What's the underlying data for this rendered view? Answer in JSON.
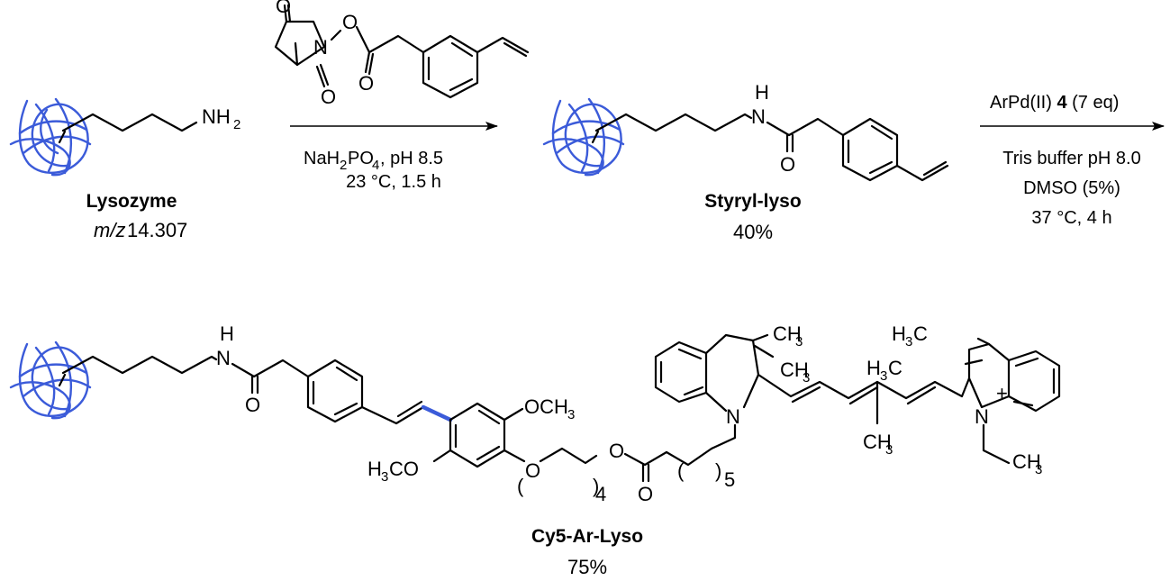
{
  "colors": {
    "bond": "#000000",
    "protein": "#3b5bd9",
    "new_bond": "#3b5bd9"
  },
  "compounds": {
    "lysozyme": {
      "name": "Lysozyme",
      "mass_label": "m/z",
      "mass_value": "14.307"
    },
    "styryl": {
      "name": "Styryl-lyso",
      "yield": "40%"
    },
    "cy5": {
      "name": "Cy5-Ar-Lyso",
      "yield": "75%"
    }
  },
  "reaction1": {
    "buffer_main": "NaH",
    "buffer_sub1": "2",
    "buffer_mid": "PO",
    "buffer_sub2": "4",
    "buffer_tail": ", pH 8.5",
    "temp_time": "23 °C, 1.5 h"
  },
  "reaction2": {
    "reagent_pre": "ArPd(II) ",
    "reagent_num": "4",
    "reagent_post": " (7 eq)",
    "buffer": "Tris buffer pH 8.0",
    "solvent": "DMSO (5%)",
    "temp_time": "37 °C, 4 h"
  },
  "atoms": {
    "n": "N",
    "o": "O",
    "h": "H",
    "nh": "NH",
    "two": "2",
    "ch": "CH",
    "three": "3",
    "hc": "H",
    "c": "C",
    "och": "OCH",
    "hco_h": "H",
    "hco_c": "CO",
    "plus": "+",
    "rep4": "4",
    "rep5": "5",
    "paren_l": "(",
    "paren_r": ")"
  }
}
